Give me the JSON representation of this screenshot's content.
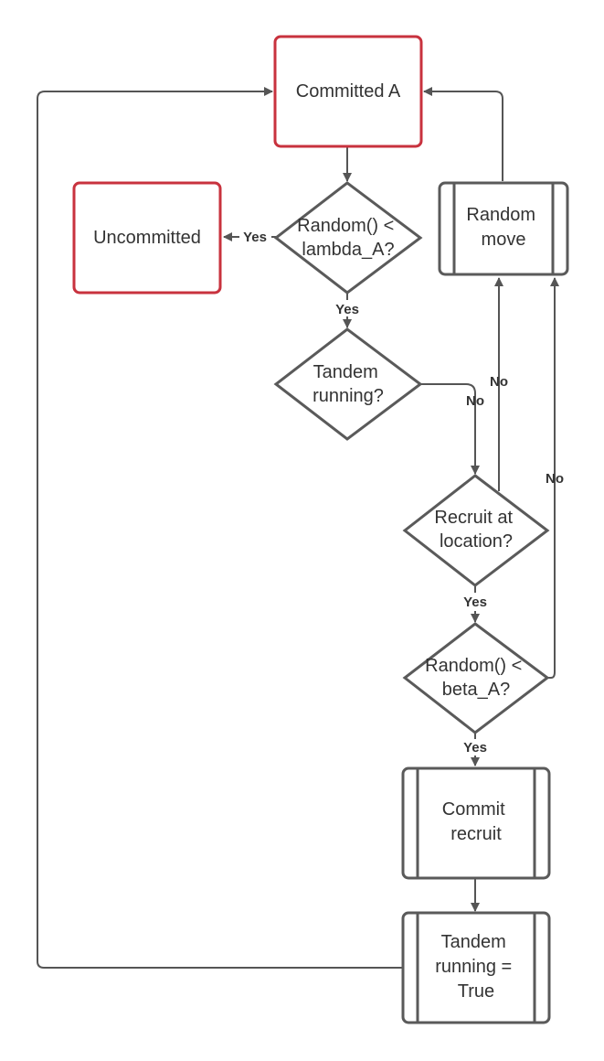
{
  "colors": {
    "red_border": "#c8323e",
    "gray_border": "#5a5a5a",
    "line": "#555555",
    "text": "#333333"
  },
  "nodes": {
    "committed_a": "Committed A",
    "uncommitted": "Uncommitted",
    "random_move": [
      "Random",
      "move"
    ],
    "random_lambda": [
      "Random() <",
      "lambda_A?"
    ],
    "tandem_running_check": [
      "Tandem",
      "running?"
    ],
    "recruit_at_location": [
      "Recruit at",
      "location?"
    ],
    "random_beta": [
      "Random() <",
      "beta_A?"
    ],
    "commit_recruit": [
      "Commit",
      "recruit"
    ],
    "tandem_running_true": [
      "Tandem",
      "running =",
      "True"
    ]
  },
  "edge_labels": {
    "lambda_yes_left": "Yes",
    "lambda_yes_down": "Yes",
    "tandem_no": "No",
    "recruit_no": "No",
    "beta_no": "No",
    "recruit_yes": "Yes",
    "beta_yes": "Yes"
  }
}
